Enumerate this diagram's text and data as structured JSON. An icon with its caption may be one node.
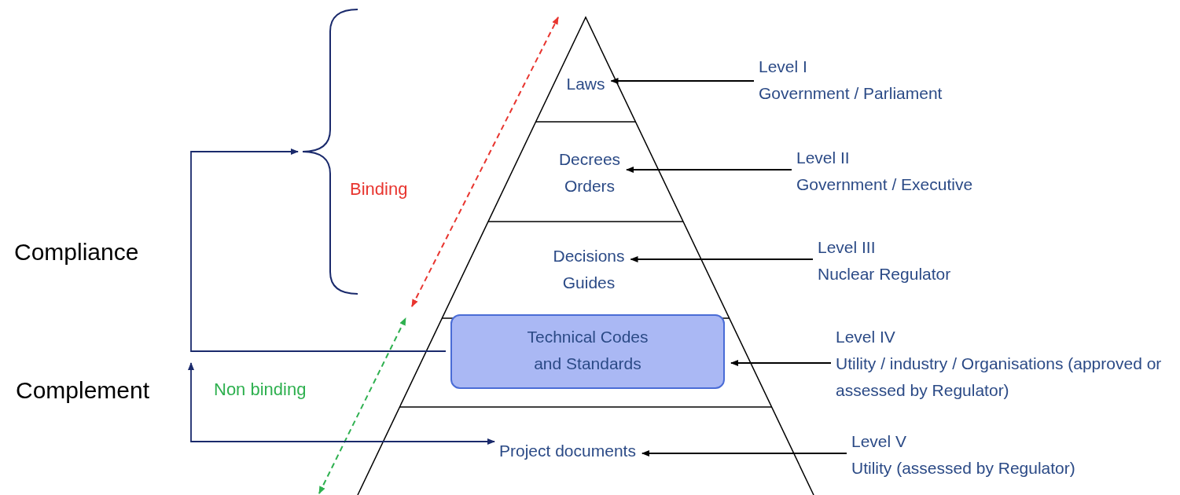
{
  "diagram": {
    "nodes": [
      {
        "text": [
          "Laws"
        ]
      },
      {
        "text": [
          "Decrees Orders"
        ]
      },
      {
        "text": [
          "Decisions Guides"
        ]
      },
      {
        "text": [
          "Technical Codes and Standards"
        ]
      },
      {
        "text": [
          "Project documents"
        ]
      },
      {
        "text": [
          "Level I",
          "Government / Parliament"
        ]
      },
      {
        "text": [
          "Level II",
          "Government / Executive"
        ]
      },
      {
        "text": [
          "Level III",
          "Nuclear Regulator"
        ]
      },
      {
        "text": [
          "Level IV",
          "Utility / industry / Organisations (approved or assessed by Regulator)"
        ]
      },
      {
        "text": [
          "Level V",
          "Utility (assessed by Regulator)"
        ]
      },
      {
        "text": [],
        "shape": "brace"
      }
    ],
    "edges": [
      {
        "from": 5,
        "to": 0,
        "arrow": "to"
      },
      {
        "from": 6,
        "to": 1,
        "arrow": "to"
      },
      {
        "from": 7,
        "to": 2,
        "arrow": "to"
      },
      {
        "from": 8,
        "to": 3,
        "arrow": "to"
      },
      {
        "from": 9,
        "to": 4,
        "arrow": "to"
      },
      {
        "from": 3,
        "to": 10,
        "arrow": "to",
        "color": "#1a2a6c"
      },
      {
        "from": null,
        "to": 4,
        "arrow": "both",
        "color": "#1a2a6c"
      }
    ],
    "labels": [
      "Binding",
      "Compliance",
      "Non binding",
      "Complement"
    ]
  }
}
